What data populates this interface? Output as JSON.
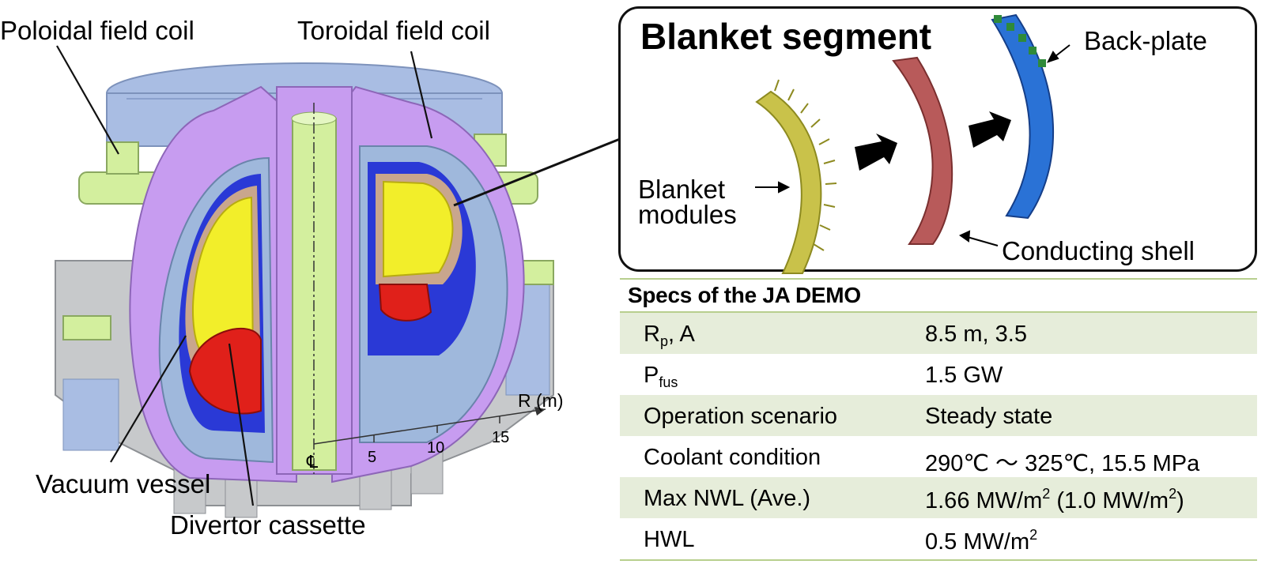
{
  "diagram": {
    "labels": {
      "poloidal": "Poloidal field coil",
      "toroidal": "Toroidal field coil",
      "vacuum": "Vacuum vessel",
      "divertor": "Divertor cassette"
    },
    "axis": {
      "unit": "R (m)",
      "ticks": [
        "5",
        "10",
        "15"
      ],
      "centerline": "℄"
    }
  },
  "blanket": {
    "title": "Blanket segment",
    "label_modules": "Blanket\nmodules",
    "label_modules_1": "Blanket",
    "label_modules_2": "modules",
    "label_shell": "Conducting shell",
    "label_backplate": "Back-plate"
  },
  "specs": {
    "caption": "Specs of the JA DEMO",
    "rows": [
      {
        "k_main": "R",
        "k_sub": "p",
        "k_rest": ", A",
        "v": "8.5 m, 3.5"
      },
      {
        "k_main": "P",
        "k_sub": "fus",
        "v": "1.5 GW"
      },
      {
        "k": "Operation scenario",
        "v": "Steady state"
      },
      {
        "k": "Coolant condition",
        "v": "290℃ ～ 325℃, 15.5 MPa"
      },
      {
        "k": "Max NWL (Ave.)",
        "v_a": "1.66 MW/m",
        "v_sup1": "2",
        "v_b": " (1.0 MW/m",
        "v_sup2": "2",
        "v_c": ")"
      },
      {
        "k": "HWL",
        "v_a": "0.5 MW/m",
        "v_sup1": "2"
      }
    ]
  },
  "colors": {
    "tf_coil": "#c79cf0",
    "cryostat": "#a9bde3",
    "vessel": "#9fb8dc",
    "blanket": "#f2ee2a",
    "shield": "#2a39d6",
    "divertor": "#e0201a",
    "structure": "#c7c9cb",
    "cs_coil": "#d3ef9e",
    "segment_modules": "#c9c24a",
    "segment_shell": "#b85a5a",
    "segment_back": "#2a72d6",
    "table_shade": "#e6edda",
    "table_rule": "#b8cf8e"
  }
}
